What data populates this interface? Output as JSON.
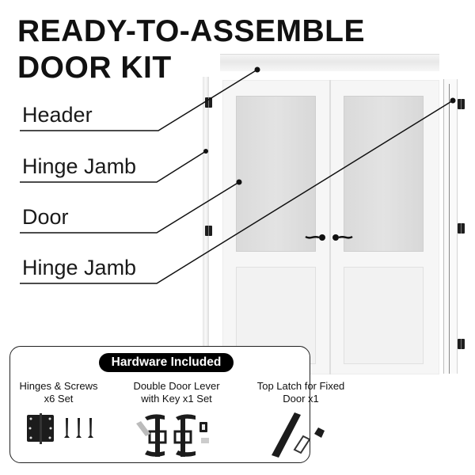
{
  "title": {
    "line1": "READY-TO-ASSEMBLE",
    "line2": "DOOR KIT"
  },
  "callouts": [
    {
      "label": "Header"
    },
    {
      "label": "Hinge Jamb"
    },
    {
      "label": "Door"
    },
    {
      "label": "Hinge Jamb"
    }
  ],
  "hardware": {
    "heading": "Hardware Included",
    "items": [
      {
        "line1": "Hinges & Screws",
        "line2": "x6 Set",
        "icon": "hinge-and-screws-icon"
      },
      {
        "line1": "Double Door Lever",
        "line2": "with Key x1 Set",
        "icon": "door-lever-set-icon"
      },
      {
        "line1": "Top Latch for Fixed",
        "line2": "Door x1",
        "icon": "top-latch-icon"
      }
    ]
  },
  "colors": {
    "text": "#111111",
    "pill_bg": "#000000",
    "pill_text": "#ffffff",
    "glass": "#dcdcdc",
    "door": "#f6f6f6"
  }
}
